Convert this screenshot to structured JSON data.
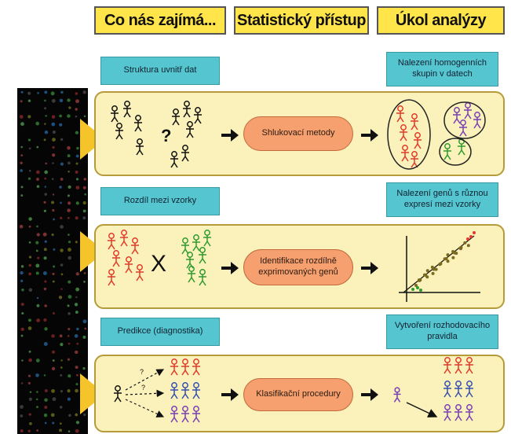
{
  "headers": {
    "col1": "Co nás zajímá...",
    "col2": "Statistický přístup",
    "col3": "Úkol analýzy"
  },
  "rows": [
    {
      "question": "Struktura uvnitř dat",
      "method": "Shlukovací metody",
      "task": "Nalezení homogenních skupin v datech"
    },
    {
      "question": "Rozdíl mezi vzorky",
      "method": "Identifikace rozdílně exprimovaných genů",
      "task": "Nalezení genů s různou expresí mezi vzorky"
    },
    {
      "question": "Predikce (diagnostika)",
      "method": "Klasifikační procedury",
      "task": "Vytvoření rozhodovacího pravidla"
    }
  ],
  "symbols": {
    "unknown": "?",
    "versus": "X"
  },
  "colors": {
    "header_bg": "#ffe44a",
    "teal_box": "#55c6d0",
    "panel_bg": "#fbf2bb",
    "pill": "#f6a06f",
    "pointer": "#f5c32a",
    "red": "#e23a2a",
    "purple": "#7b3fb5",
    "green": "#2f9a2f",
    "blue": "#3550b0"
  }
}
